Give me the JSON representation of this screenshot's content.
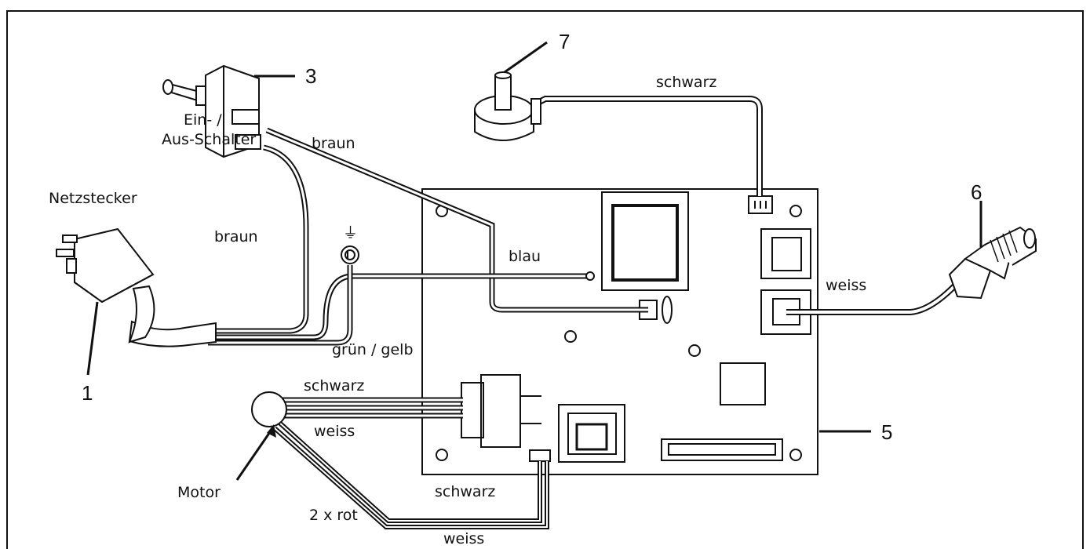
{
  "labels": {
    "switch": [
      "Ein- /",
      "Aus-Schalter"
    ],
    "plug": "Netzstecker",
    "wire_braun_1": "braun",
    "wire_braun_2": "braun",
    "wire_blau": "blau",
    "wire_gruen_gelb": "grün / gelb",
    "wire_schwarz_pot": "schwarz",
    "wire_weiss_sensor": "weiss",
    "motor_schwarz": "schwarz",
    "motor_weiss": "weiss",
    "motor": "Motor",
    "red_wires": "2 x rot",
    "lower_schwarz": "schwarz",
    "lower_weiss": "weiss"
  },
  "callouts": {
    "plug": "1",
    "switch": "3",
    "board": "5",
    "sensor": "6",
    "potentiometer": "7"
  },
  "ground_symbol": "⏚"
}
